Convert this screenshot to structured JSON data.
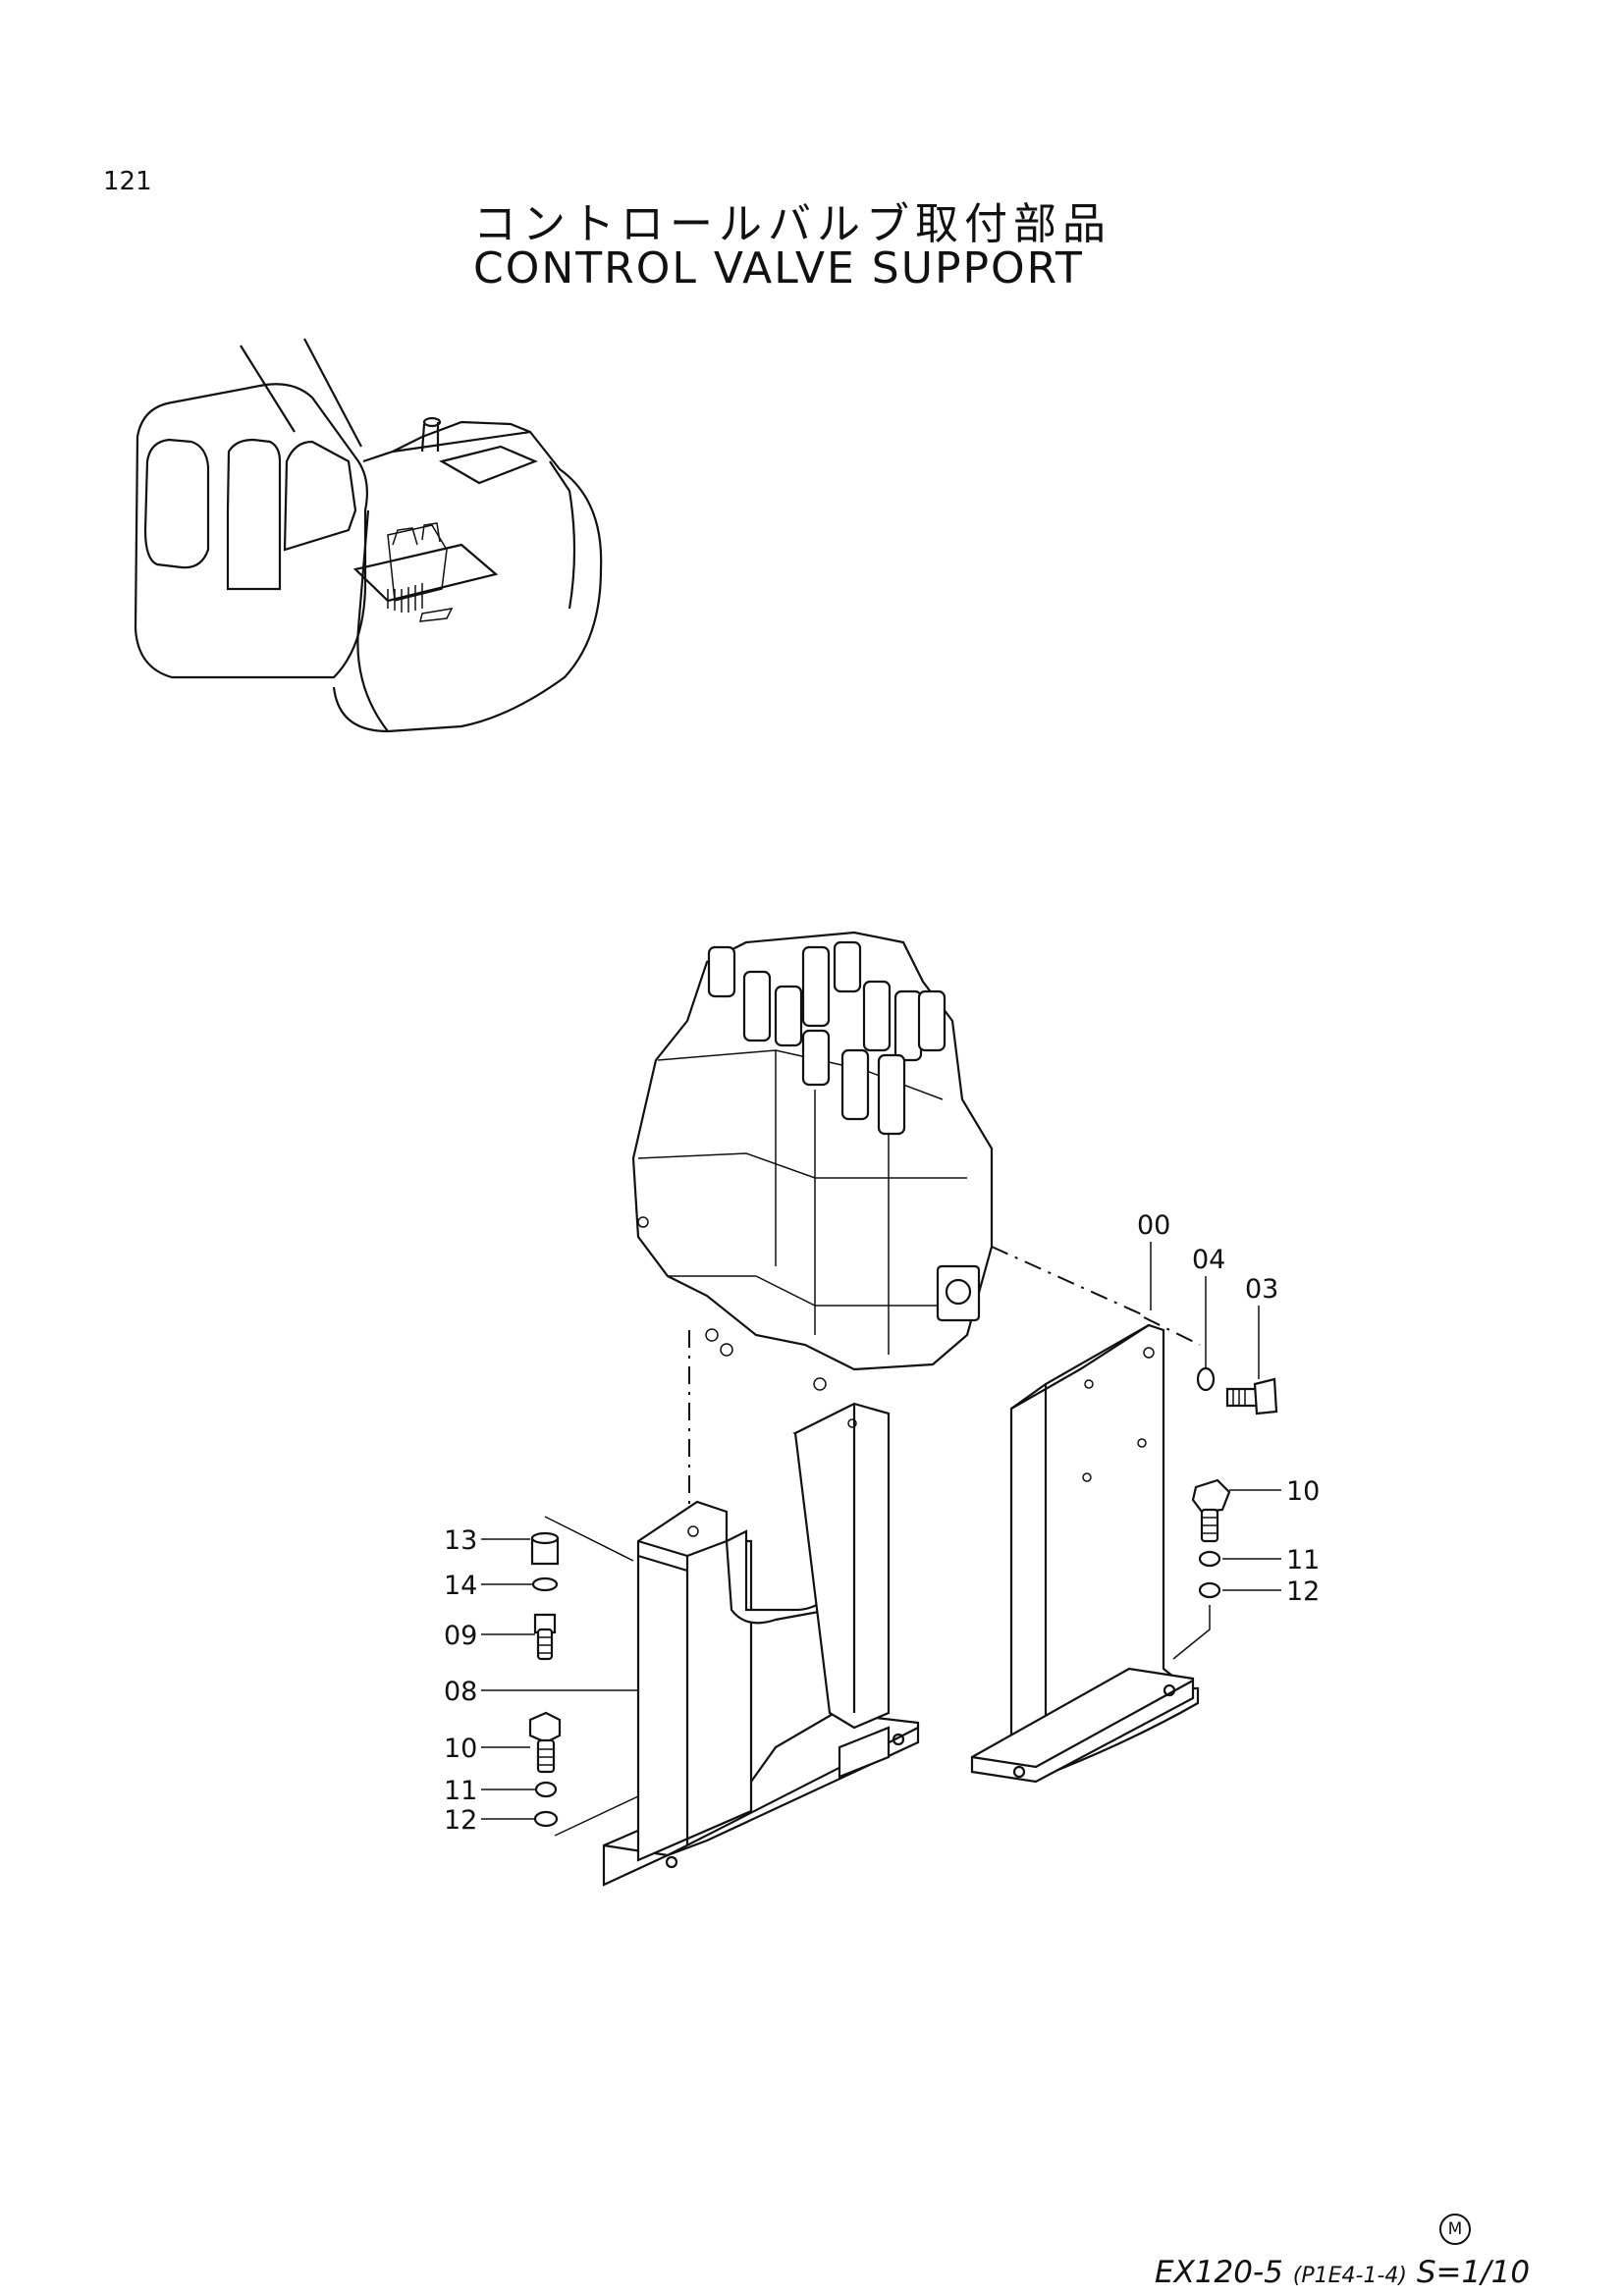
{
  "page": {
    "number": "121",
    "title_jp": "コントロールバルブ取付部品",
    "title_en": "CONTROL VALVE SUPPORT"
  },
  "callouts": [
    {
      "id": "c00",
      "label": "00"
    },
    {
      "id": "c04",
      "label": "04"
    },
    {
      "id": "c03",
      "label": "03"
    },
    {
      "id": "c10r",
      "label": "10"
    },
    {
      "id": "c11r",
      "label": "11"
    },
    {
      "id": "c12r",
      "label": "12"
    },
    {
      "id": "c13",
      "label": "13"
    },
    {
      "id": "c14",
      "label": "14"
    },
    {
      "id": "c09",
      "label": "09"
    },
    {
      "id": "c08",
      "label": "08"
    },
    {
      "id": "c10l",
      "label": "10"
    },
    {
      "id": "c11l",
      "label": "11"
    },
    {
      "id": "c12l",
      "label": "12"
    }
  ],
  "footer": {
    "mark": "M",
    "model": "EX120-5",
    "code": "(P1E4-1-4)",
    "scale": "S=1/10"
  }
}
